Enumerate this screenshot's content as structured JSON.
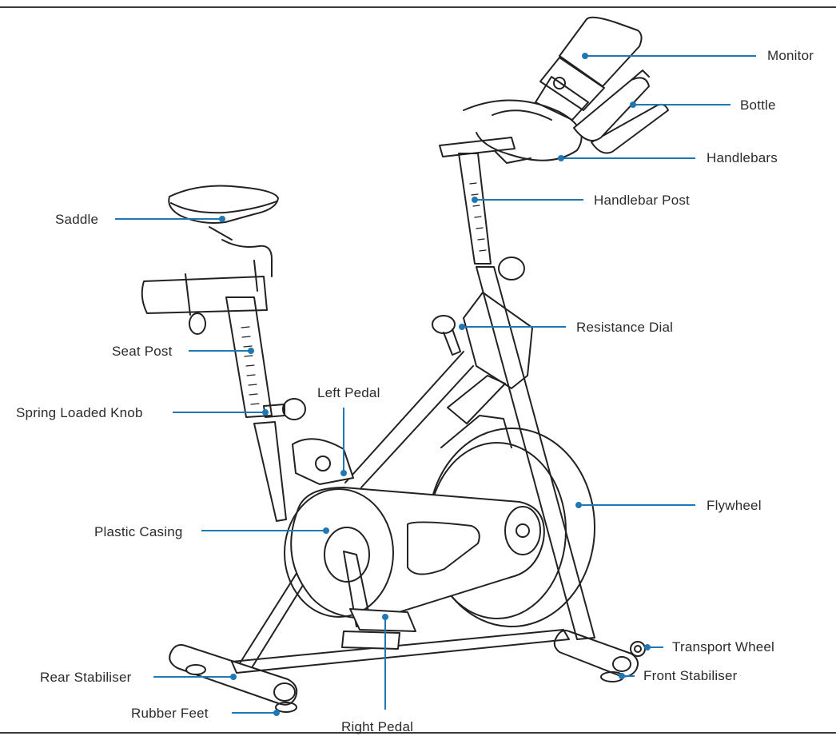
{
  "labels": {
    "monitor": "Monitor",
    "bottle": "Bottle",
    "handlebars": "Handlebars",
    "handlebar_post": "Handlebar Post",
    "saddle": "Saddle",
    "resistance_dial": "Resistance Dial",
    "seat_post": "Seat Post",
    "left_pedal": "Left Pedal",
    "spring_loaded_knob": "Spring Loaded Knob",
    "flywheel": "Flywheel",
    "plastic_casing": "Plastic Casing",
    "transport_wheel": "Transport Wheel",
    "rear_stabiliser": "Rear Stabiliser",
    "front_stabiliser": "Front Stabiliser",
    "rubber_feet": "Rubber Feet",
    "right_pedal": "Right Pedal"
  },
  "colors": {
    "leader": "#1f77b4",
    "outline": "#222222",
    "rule": "#3a3a3a"
  }
}
